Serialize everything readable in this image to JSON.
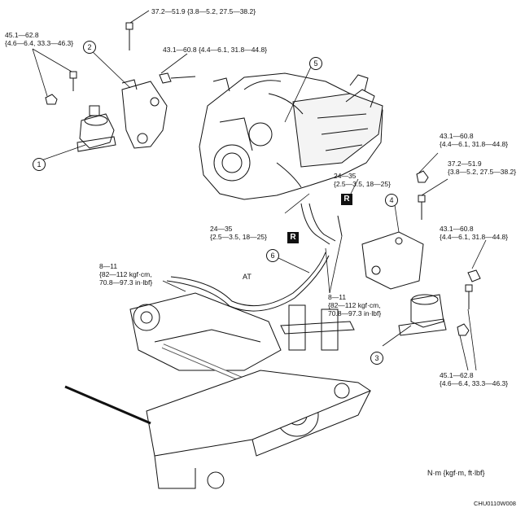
{
  "torque_specs": [
    {
      "nm": "37.2—51.9",
      "conv": "{3.8—5.2, 27.5—38.2}"
    },
    {
      "nm": "45.1—62.8",
      "conv": "{4.6—6.4, 33.3—46.3}"
    },
    {
      "nm": "43.1—60.8",
      "conv": "{4.4—6.1, 31.8—44.8}"
    },
    {
      "nm": "43.1—60.8",
      "conv": "{4.4—6.1, 31.8—44.8}"
    },
    {
      "nm": "37.2—51.9",
      "conv": "{3.8—5.2, 27.5—38.2}"
    },
    {
      "nm": "24—35",
      "conv": "{2.5—3.5, 18—25}"
    },
    {
      "nm": "24—35",
      "conv": "{2.5—3.5, 18—25}"
    },
    {
      "nm": "43.1—60.8",
      "conv": "{4.4—6.1, 31.8—44.8}"
    },
    {
      "nm": "8—11",
      "conv": "{82—112 kgf·cm,",
      "conv2": "70.8—97.3 in·lbf}"
    },
    {
      "nm": "8—11",
      "conv": "{82—112 kgf·cm,",
      "conv2": "70.8—97.3 in·lbf}"
    },
    {
      "nm": "45.1—62.8",
      "conv": "{4.6—6.4, 33.3—46.3}"
    }
  ],
  "callouts": [
    "1",
    "2",
    "3",
    "4",
    "5",
    "6"
  ],
  "markers": {
    "r1": "R",
    "r2": "R"
  },
  "at_label": "AT",
  "unit_label": "N·m {kgf·m, ft·lbf}",
  "figure_code": "CHU0110W008"
}
